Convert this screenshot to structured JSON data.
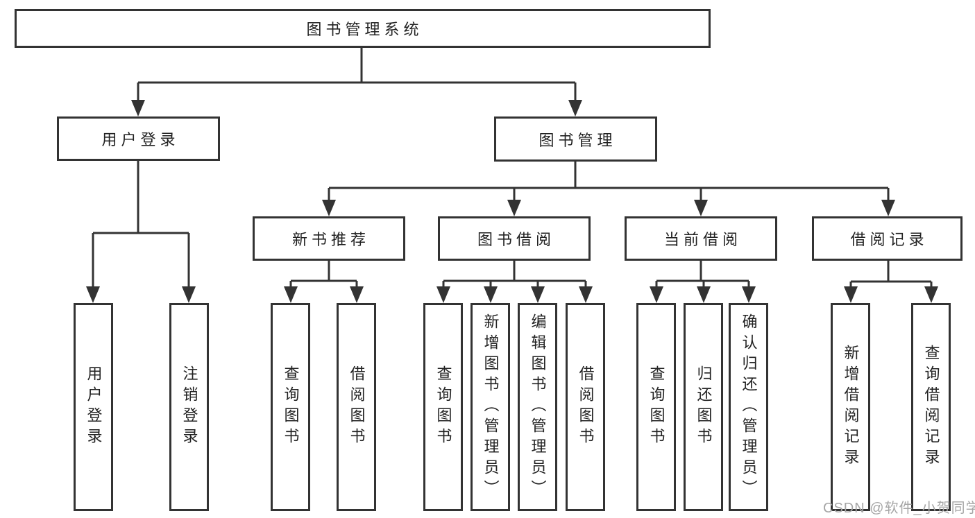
{
  "tree": {
    "label": "图书管理系统",
    "children": [
      {
        "label": "用户登录",
        "children": [
          {
            "label": "用户登录"
          },
          {
            "label": "注销登录"
          }
        ]
      },
      {
        "label": "图书管理",
        "children": [
          {
            "label": "新书推荐",
            "children": [
              {
                "label": "查询图书"
              },
              {
                "label": "借阅图书"
              }
            ]
          },
          {
            "label": "图书借阅",
            "children": [
              {
                "label": "查询图书"
              },
              {
                "label": "新增图书（管理员）"
              },
              {
                "label": "编辑图书（管理员）"
              },
              {
                "label": "借阅图书"
              }
            ]
          },
          {
            "label": "当前借阅",
            "children": [
              {
                "label": "查询图书"
              },
              {
                "label": "归还图书"
              },
              {
                "label": "确认归还（管理员）"
              }
            ]
          },
          {
            "label": "借阅记录",
            "children": [
              {
                "label": "新增借阅记录"
              },
              {
                "label": "查询借阅记录"
              }
            ]
          }
        ]
      }
    ]
  },
  "watermark": {
    "text": "CSDN @软件_小贺同学"
  },
  "colors": {
    "line": "#333333",
    "text": "#222222",
    "box_background": "#ffffff",
    "page_background": "#ffffff",
    "watermark": "#a6a6a6"
  }
}
